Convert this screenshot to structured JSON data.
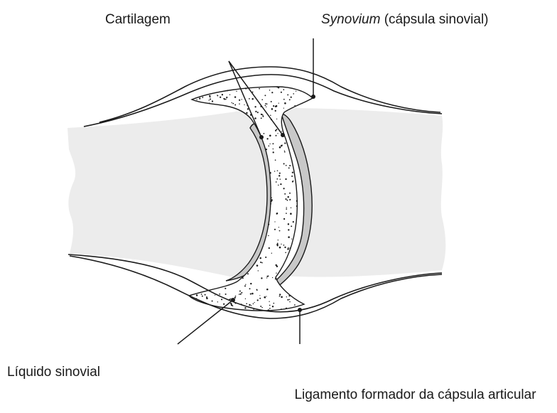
{
  "labels": {
    "cartilagem": "Cartilagem",
    "synovium_italic": "Synovium",
    "synovium_rest": " (cápsula sinovial)",
    "liquido": "Líquido sinovial",
    "ligamento": "Ligamento formador da cápsula articular"
  },
  "colors": {
    "bone_fill": "#ececec",
    "cartilage_fill": "#c8c8c8",
    "line": "#1a1a1a",
    "fluid_dots": "#1a1a1a"
  }
}
